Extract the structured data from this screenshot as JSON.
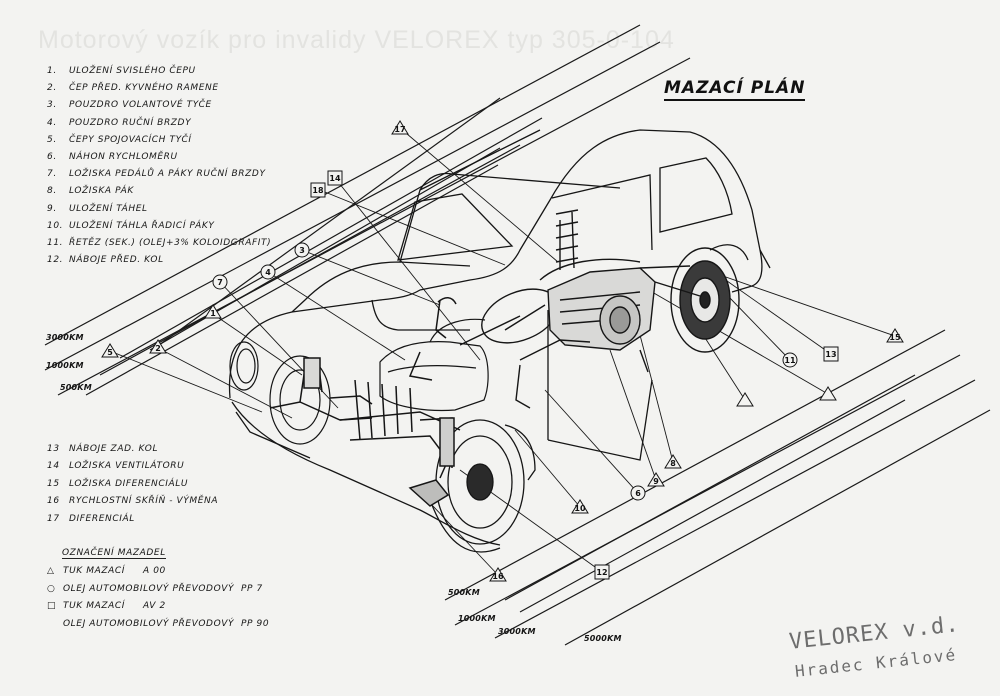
{
  "header": {
    "faint_title": "Motorový vozík pro invalidy VELOREX typ 305-0-104",
    "plan_title": "MAZACÍ PLÁN"
  },
  "legend_top": [
    {
      "no": "1.",
      "text": "ULOŽENÍ SVISLÉHO ČEPU"
    },
    {
      "no": "2.",
      "text": "ČEP PŘED. KYVNÉHO RAMENE"
    },
    {
      "no": "3.",
      "text": "POUZDRO VOLANTOVÉ TYČE"
    },
    {
      "no": "4.",
      "text": "POUZDRO RUČNÍ BRZDY"
    },
    {
      "no": "5.",
      "text": "ČEPY SPOJOVACÍCH TYČÍ"
    },
    {
      "no": "6.",
      "text": "NÁHON RYCHLOMĚRU"
    },
    {
      "no": "7.",
      "text": "LOŽISKA PEDÁLŮ A PÁKY RUČNÍ BRZDY"
    },
    {
      "no": "8.",
      "text": "LOŽISKA PÁK"
    },
    {
      "no": "9.",
      "text": "ULOŽENÍ TÁHEL"
    },
    {
      "no": "10.",
      "text": "ULOŽENÍ TÁHLA ŘADICÍ PÁKY"
    },
    {
      "no": "11.",
      "text": "ŘETĚZ (SEK.) (OLEJ+3% KOLOIDGRAFIT)"
    },
    {
      "no": "12.",
      "text": "NÁBOJE PŘED. KOL"
    }
  ],
  "legend_bottom": [
    {
      "no": "13",
      "text": "NÁBOJE ZAD. KOL"
    },
    {
      "no": "14",
      "text": "LOŽISKA VENTILÁTORU"
    },
    {
      "no": "15",
      "text": "LOŽISKA DIFERENCIÁLU"
    },
    {
      "no": "16",
      "text": "RYCHLOSTNÍ SKŘÍŇ - VÝMĚNA"
    },
    {
      "no": "17",
      "text": "DIFERENCIÁL"
    }
  ],
  "lubricants": {
    "title": "OZNAČENÍ MAZADEL",
    "items": [
      {
        "symbol": "△",
        "name": "TUK MAZACÍ",
        "code": "A 00"
      },
      {
        "symbol": "○",
        "name": "OLEJ AUTOMOBILOVÝ PŘEVODOVÝ",
        "code": "PP 7"
      },
      {
        "symbol": "□",
        "name": "TUK MAZACÍ",
        "code": "AV 2"
      },
      {
        "symbol": "",
        "name": "OLEJ AUTOMOBILOVÝ PŘEVODOVÝ",
        "code": "PP 90"
      }
    ]
  },
  "intervals": {
    "left": [
      "3000KM",
      "1000KM",
      "500KM"
    ],
    "bottom": [
      "500KM",
      "1000KM",
      "3000KM",
      "5000KM"
    ]
  },
  "callouts": [
    {
      "label": "1",
      "shape": "triangle"
    },
    {
      "label": "2",
      "shape": "triangle"
    },
    {
      "label": "3",
      "shape": "circle"
    },
    {
      "label": "4",
      "shape": "circle"
    },
    {
      "label": "5",
      "shape": "triangle"
    },
    {
      "label": "6",
      "shape": "circle"
    },
    {
      "label": "7",
      "shape": "circle"
    },
    {
      "label": "8",
      "shape": "triangle"
    },
    {
      "label": "9",
      "shape": "triangle"
    },
    {
      "label": "10",
      "shape": "triangle"
    },
    {
      "label": "11",
      "shape": "circle"
    },
    {
      "label": "12",
      "shape": "square"
    },
    {
      "label": "13",
      "shape": "square"
    },
    {
      "label": "14",
      "shape": "square"
    },
    {
      "label": "15",
      "shape": "triangle"
    },
    {
      "label": "16",
      "shape": "triangle"
    },
    {
      "label": "17",
      "shape": "triangle"
    },
    {
      "label": "18",
      "shape": "square"
    }
  ],
  "stamp": {
    "line1": "VELOREX v.d.",
    "line2": "Hradec Králové"
  }
}
